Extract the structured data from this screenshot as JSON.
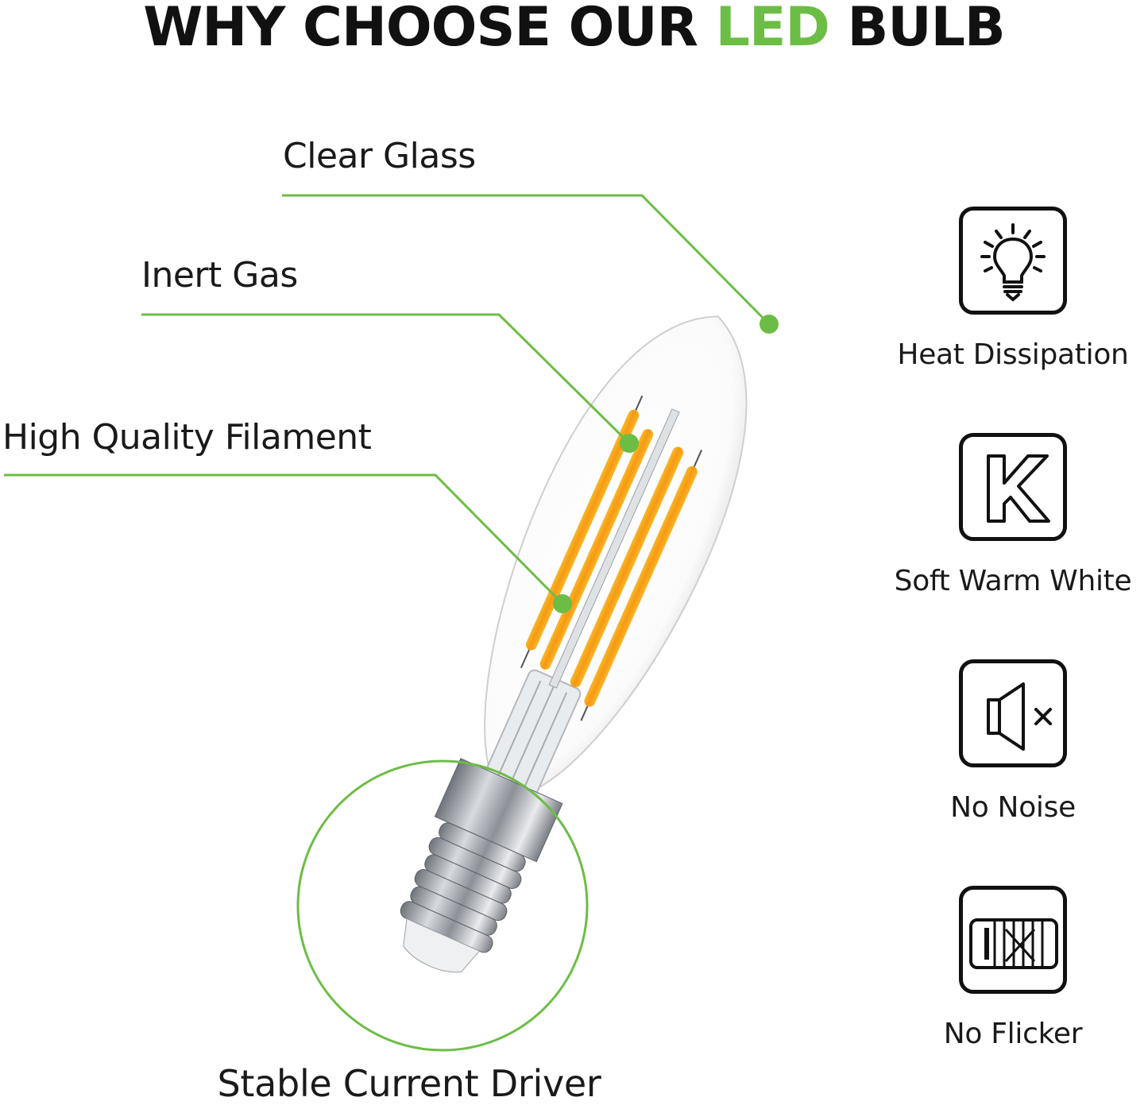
{
  "headline": {
    "prefix": "WHY CHOOSE OUR ",
    "accent": "LED",
    "suffix": " BULB",
    "accent_color": "#6cbd45"
  },
  "callouts": [
    {
      "label": "Clear Glass"
    },
    {
      "label": "Inert Gas"
    },
    {
      "label": "High Quality Filament"
    },
    {
      "label": "Stable Current Driver"
    }
  ],
  "features": [
    {
      "icon": "lightbulb-icon",
      "label": "Heat Dissipation"
    },
    {
      "icon": "kelvin-k-icon",
      "label": "Soft Warm White"
    },
    {
      "icon": "speaker-muted-icon",
      "label": "No Noise"
    },
    {
      "icon": "no-flicker-icon",
      "label": "No Flicker"
    }
  ],
  "colors": {
    "accent_green": "#6cbd45",
    "filament_orange": "#f7a21b",
    "text": "#1a1a1a"
  }
}
